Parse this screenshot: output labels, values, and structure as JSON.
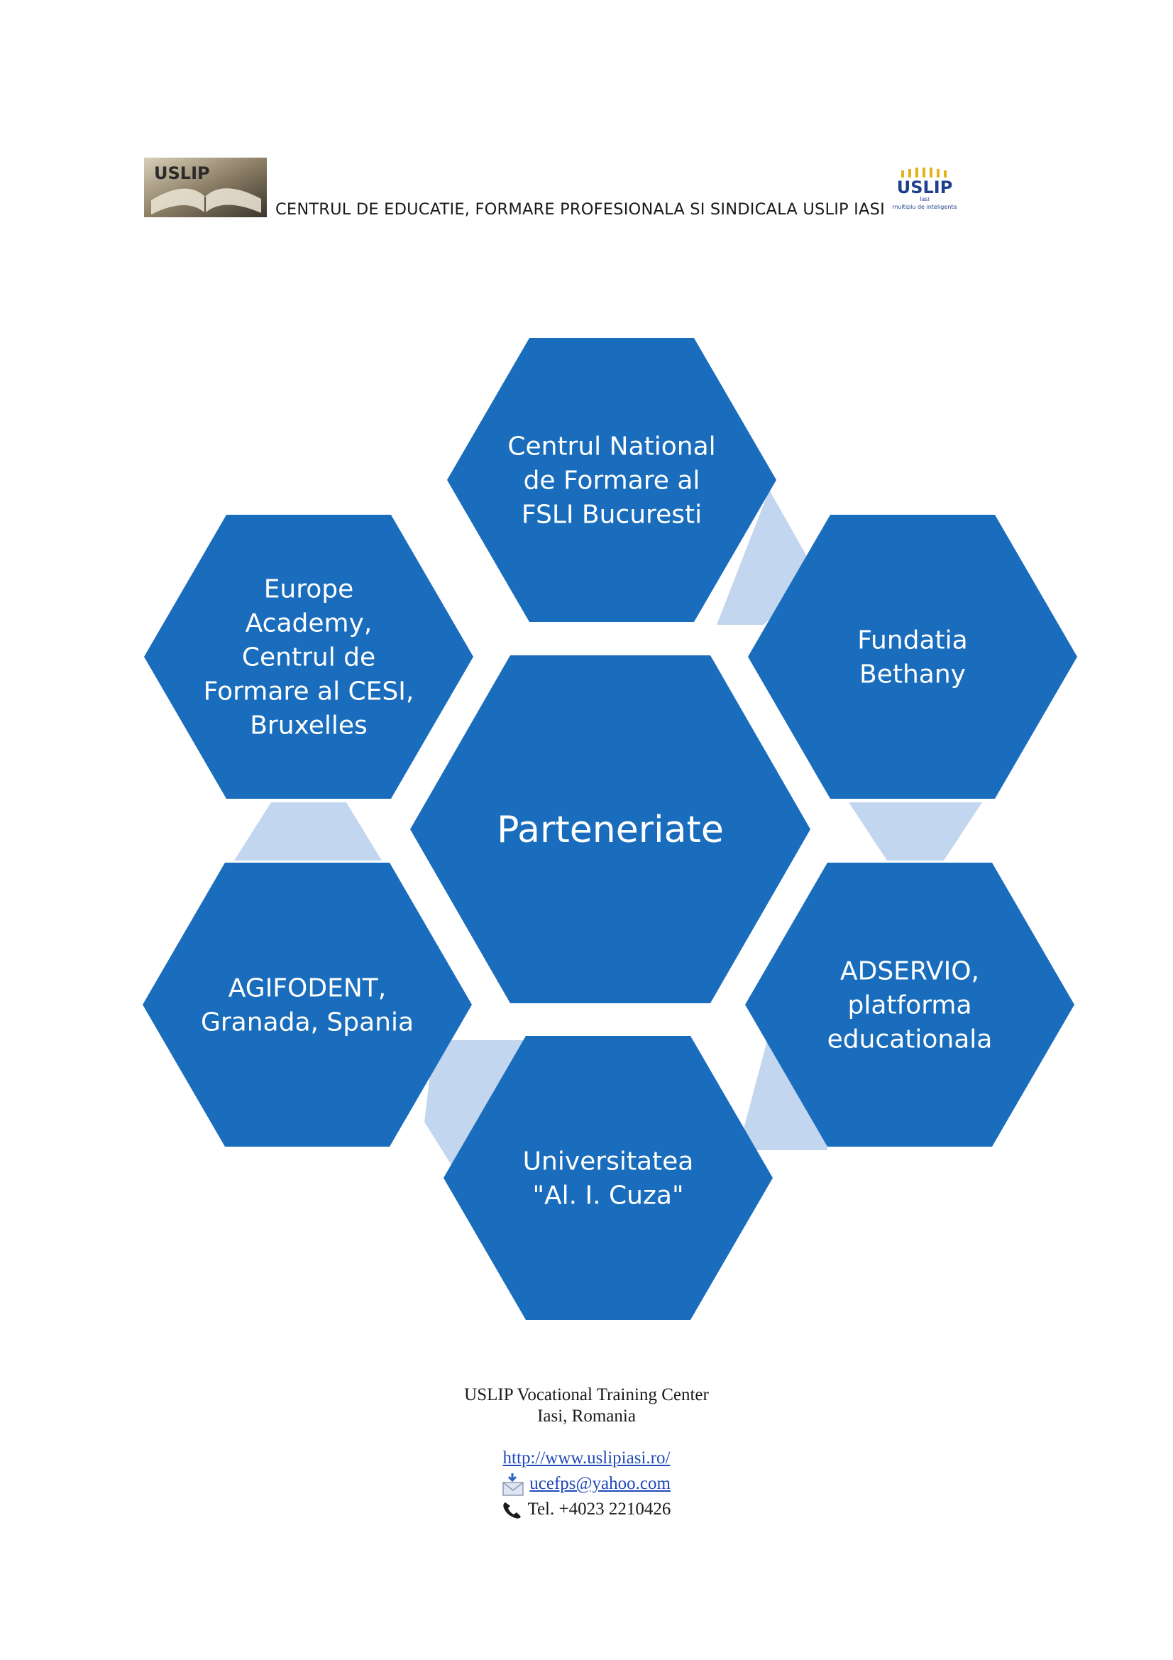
{
  "header": {
    "title": "CENTRUL DE EDUCATIE, FORMARE PROFESIONALA SI SINDICALA USLIP IASI",
    "logo_left_text": "USLIP",
    "logo_right_text": "USLIP",
    "logo_right_sub1": "Iasi",
    "logo_right_sub2": "multiplu de inteligenta"
  },
  "diagram": {
    "center": "Parteneriate",
    "partners": [
      {
        "lines": [
          "Centrul National",
          "de Formare al",
          "FSLI Bucuresti"
        ]
      },
      {
        "lines": [
          "Fundatia",
          "Bethany"
        ]
      },
      {
        "lines": [
          "ADSERVIO,",
          "platforma",
          "educationala"
        ]
      },
      {
        "lines": [
          "Universitatea",
          "\"Al. I. Cuza\""
        ]
      },
      {
        "lines": [
          "AGIFODENT,",
          "Granada, Spania"
        ]
      },
      {
        "lines": [
          "Europe",
          "Academy,",
          "Centrul de",
          "Formare al CESI,",
          "Bruxelles"
        ]
      }
    ],
    "colors": {
      "hex_fill": "#1a6dbc",
      "connector_fill": "#c3d6ef",
      "text": "#ffffff"
    }
  },
  "footer": {
    "line1": "USLIP Vocational Training Center",
    "line2": "Iasi, Romania",
    "website": "http://www.uslipiasi.ro/",
    "email": "ucefps@yahoo.com",
    "phone": "Tel. +4023 2210426",
    "icons": [
      "download-icon",
      "envelope-icon",
      "phone-icon"
    ]
  }
}
